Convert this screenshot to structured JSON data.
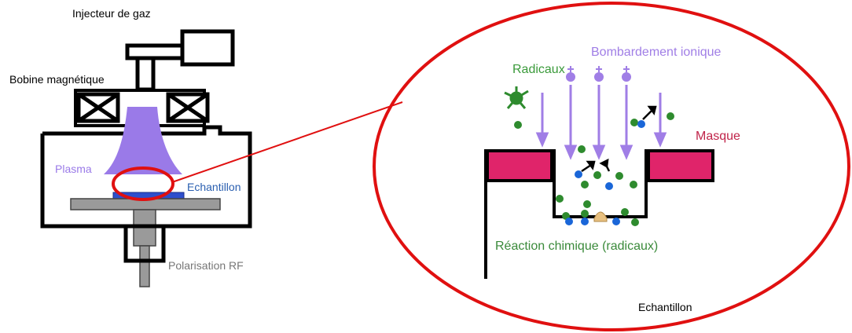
{
  "left": {
    "labels": {
      "gas_injector": "Injecteur de gaz",
      "magnetic_coil": "Bobine magnétique",
      "plasma": "Plasma",
      "sample": "Echantillon",
      "rf_bias": "Polarisation RF"
    }
  },
  "right": {
    "labels": {
      "radicals": "Radicaux",
      "ion_bombardment": "Bombardement ionique",
      "mask": "Masque",
      "chemical_reaction": "Réaction chimique (radicaux)",
      "sample": "Echantillon"
    }
  },
  "colors": {
    "outline": "#000000",
    "plasma": "#9a7ae8",
    "ion": "#a07ee6",
    "radical": "#2e8b2e",
    "radical_label": "#3a9a3a",
    "mask_fill": "#e0246a",
    "mask_label": "#c0244a",
    "sample_label": "#2a5fb0",
    "sample_fill": "#2e4fcc",
    "reaction_label": "#3a8a3a",
    "highlight": "#e01010",
    "gray_label": "#777777",
    "ion_dot": "#1a66d8"
  }
}
